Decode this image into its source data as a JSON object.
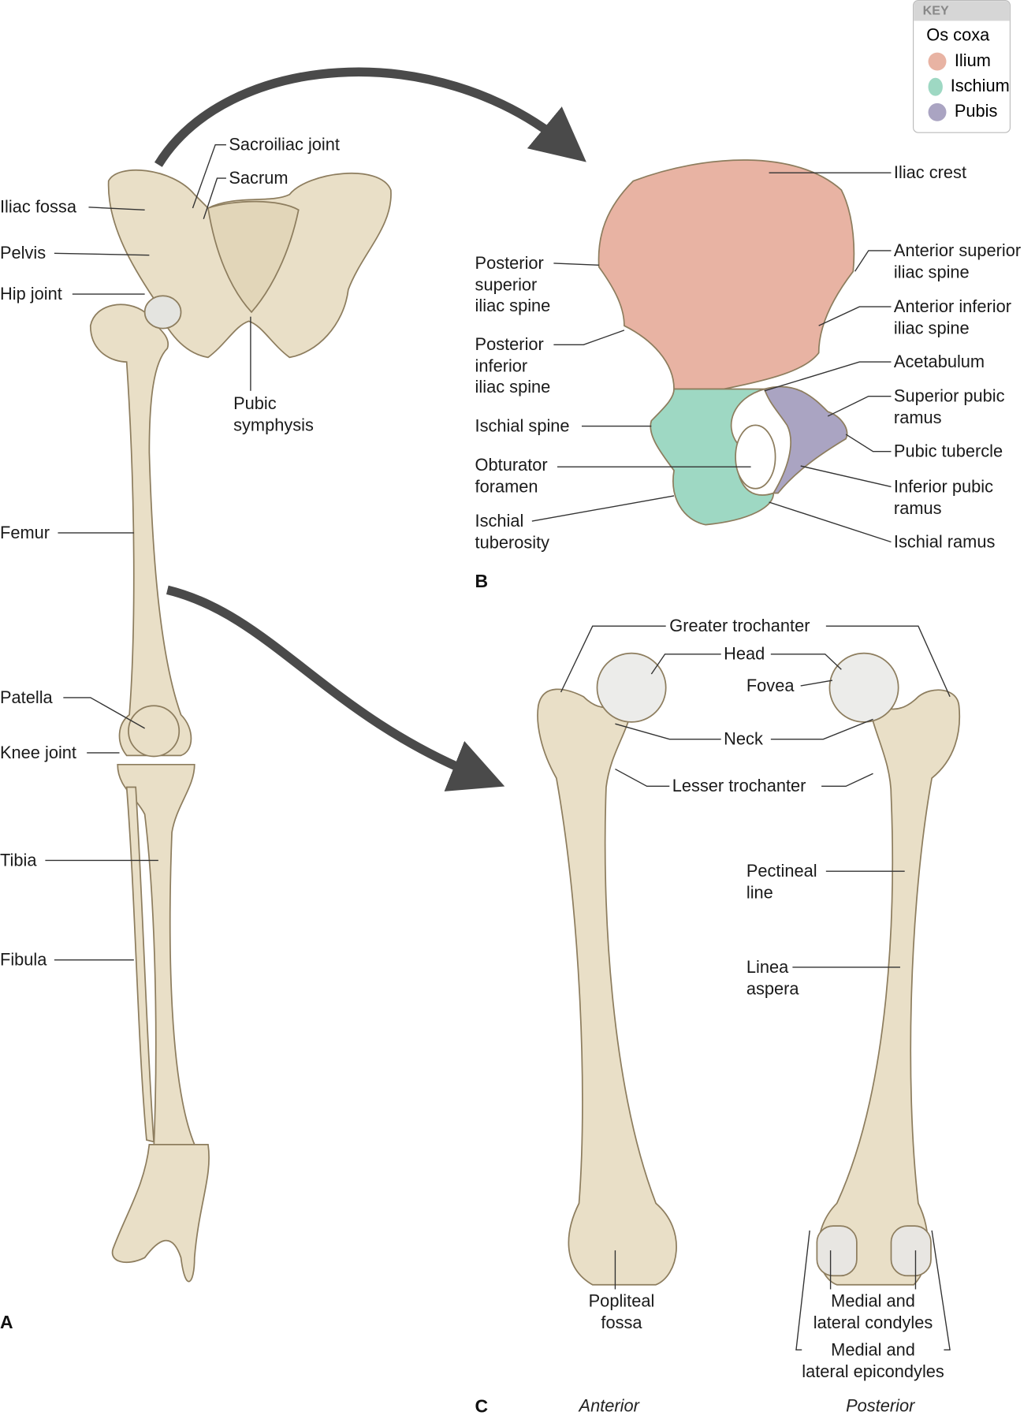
{
  "key": {
    "header": "KEY",
    "title": "Os coxa",
    "items": [
      {
        "label": "Ilium",
        "color": "#e8b3a3"
      },
      {
        "label": "Ischium",
        "color": "#9ed8c3"
      },
      {
        "label": "Pubis",
        "color": "#aaa4c2"
      }
    ]
  },
  "panel_a": {
    "letter": "A",
    "labels": {
      "sacroiliac": "Sacroiliac joint",
      "sacrum": "Sacrum",
      "iliac_fossa": "Iliac fossa",
      "pelvis": "Pelvis",
      "hip_joint": "Hip joint",
      "pubic_symphysis": "Pubic\nsymphysis",
      "femur": "Femur",
      "patella": "Patella",
      "knee_joint": "Knee joint",
      "tibia": "Tibia",
      "fibula": "Fibula"
    }
  },
  "panel_b": {
    "letter": "B",
    "labels": {
      "iliac_crest": "Iliac crest",
      "psis": "Posterior\nsuperior\niliac spine",
      "asis": "Anterior superior\niliac spine",
      "piis": "Posterior\ninferior\niliac spine",
      "aiis": "Anterior inferior\niliac spine",
      "acetabulum": "Acetabulum",
      "sup_pubic_ramus": "Superior pubic\nramus",
      "ischial_spine": "Ischial spine",
      "pubic_tubercle": "Pubic tubercle",
      "obturator": "Obturator\nforamen",
      "inf_pubic_ramus": "Inferior pubic\nramus",
      "ischial_tuberosity": "Ischial\ntuberosity",
      "ischial_ramus": "Ischial ramus"
    }
  },
  "panel_c": {
    "letter": "C",
    "anterior": "Anterior",
    "posterior": "Posterior",
    "labels": {
      "greater_trochanter": "Greater trochanter",
      "head": "Head",
      "fovea": "Fovea",
      "neck": "Neck",
      "lesser_trochanter": "Lesser trochanter",
      "pectineal": "Pectineal\nline",
      "linea_aspera": "Linea\naspera",
      "popliteal": "Popliteal\nfossa",
      "condyles": "Medial and\nlateral condyles",
      "epicondyles": "Medial and\nlateral epicondyles"
    }
  }
}
